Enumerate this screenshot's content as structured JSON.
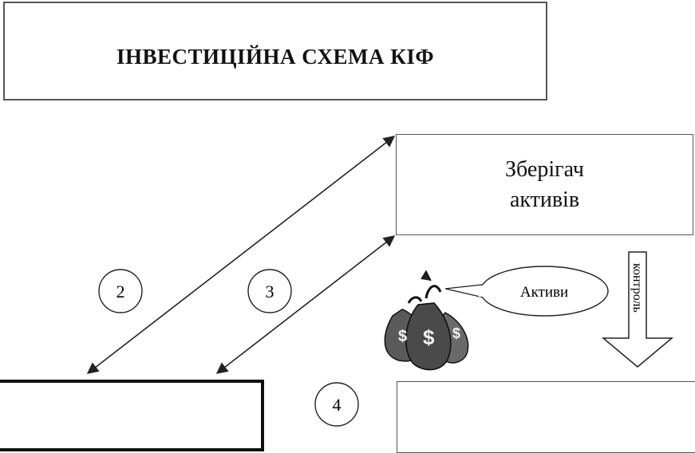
{
  "title": "ІНВЕСТИЦІЙНА СХЕМА КІФ",
  "custodian": {
    "line1": "Зберігач",
    "line2": "активів"
  },
  "assets_label": "Активи",
  "control_label": "контроль",
  "steps": [
    "2",
    "3",
    "4"
  ],
  "money_bag_icon": "money-bag-icon",
  "money_symbol": "$",
  "colors": {
    "line": "#222222",
    "bag": "#333333"
  }
}
